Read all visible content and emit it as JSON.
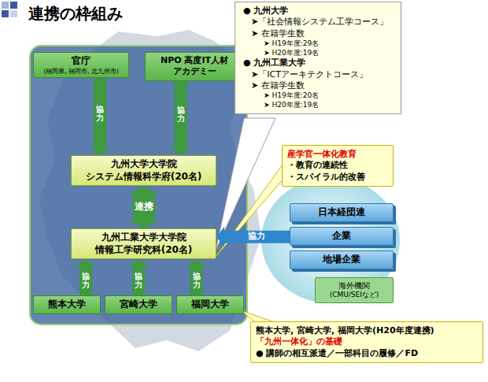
{
  "diagram": {
    "title": "連携の枠組み",
    "nodes": [
      {
        "text": [
          "官庁",
          "(福岡県, 福岡市, 北九州市)"
        ]
      },
      {
        "text": [
          "NPO 高度IT人材",
          "アカデミー"
        ]
      },
      {
        "text": [
          "九州大学大学院",
          "システム情報科学府(20名)"
        ]
      },
      {
        "text": [
          "九州工業大学大学院",
          "情報工学研究科(20名)"
        ]
      },
      {
        "text": [
          "熊本大学"
        ]
      },
      {
        "text": [
          "宮崎大学"
        ]
      },
      {
        "text": [
          "福岡大学"
        ]
      },
      {
        "text": [
          "● 九州大学",
          "➤「社会情報システム工学コース」",
          "➤ 在籍学生数",
          "➤ H19年度:29名",
          "➤ H20年度:19名",
          "● 九州工業大学",
          "➤「ICTアーキテクトコース」",
          "➤ 在籍学生数",
          "➤ H19年度:20名",
          "➤ H20年度:19名"
        ]
      },
      {
        "text": [
          "産学官一体化教育",
          "・教育の連続性",
          "・スパイラル的改善"
        ]
      },
      {
        "text": [
          "日本経団連"
        ]
      },
      {
        "text": [
          "企業"
        ]
      },
      {
        "text": [
          "地場企業"
        ]
      },
      {
        "text": [
          "海外機関",
          "(CMU/SEIなど)"
        ]
      },
      {
        "text": [
          "熊本大学, 宮崎大学, 福岡大学(H20年度連携)",
          "「九州一体化」の基礎",
          "● 講師の相互派遣／一部科目の履修／FD"
        ]
      }
    ],
    "edges": [
      {
        "from": 0,
        "to": 2,
        "label": "協力",
        "arrow": "to"
      },
      {
        "from": 1,
        "to": 2,
        "label": "協力",
        "arrow": "to"
      },
      {
        "from": 2,
        "to": 3,
        "label": "連携",
        "arrow": "both"
      },
      {
        "from": 4,
        "to": 3,
        "label": "協力",
        "arrow": "to"
      },
      {
        "from": 5,
        "to": 3,
        "label": "協力",
        "arrow": "to"
      },
      {
        "from": 6,
        "to": 3,
        "label": "協力",
        "arrow": "to"
      },
      {
        "from": 10,
        "to": 3,
        "label": "協力",
        "arrow": "to"
      }
    ]
  }
}
